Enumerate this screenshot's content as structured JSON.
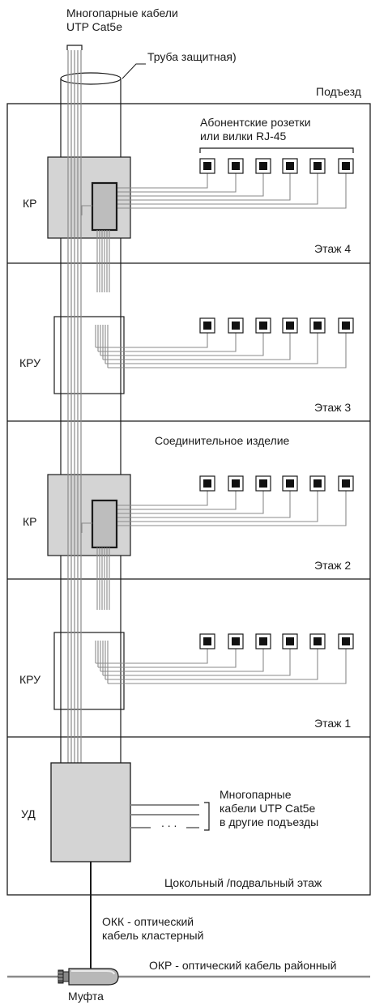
{
  "labels": {
    "multipair_cables_top": "Многопарные кабели\nUTP Cat5e",
    "protective_pipe": "Труба защитная)",
    "entrance": "Подъезд",
    "subscriber_outlets": "Абонентские розетки\nили вилки RJ-45",
    "connector_product": "Соединительное изделие",
    "basement_floor": "Цокольный /подвальный этаж",
    "multipair_cables_other": "Многопарные\nкабели UTP Cat5e\nв другие подъезды",
    "ellipsis": ". . .",
    "okk": "ОКК - оптический\nкабель кластерный",
    "okr": "ОКР - оптический кабель районный",
    "coupling": "Муфта",
    "ud_box": "УД"
  },
  "floors": [
    {
      "name": "Этаж 4",
      "box": "КР"
    },
    {
      "name": "Этаж 3",
      "box": "КРУ"
    },
    {
      "name": "Этаж 2",
      "box": "КР"
    },
    {
      "name": "Этаж 1",
      "box": "КРУ"
    }
  ],
  "outlets_per_floor": 6,
  "colors": {
    "line": "#1a1a1a",
    "cable": "#8a8a8a",
    "box_fill": "#d4d4d4",
    "connector_fill": "#bdbdbd"
  }
}
